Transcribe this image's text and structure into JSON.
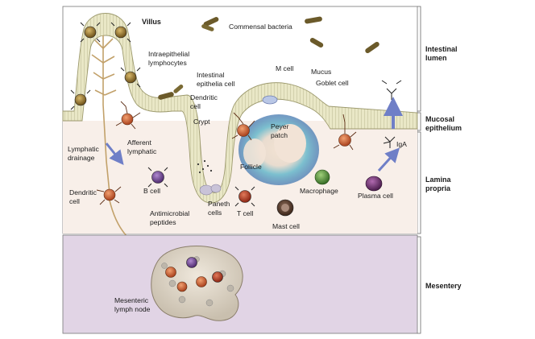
{
  "labels": {
    "villus": "Villus",
    "commensal_bacteria": "Commensal bacteria",
    "intraepithelial_1": "Intraepithelial",
    "intraepithelial_2": "lymphocytes",
    "m_cell": "M cell",
    "mucus": "Mucus",
    "intestinal_epi_1": "Intestinal",
    "intestinal_epi_2": "epithelia cell",
    "goblet_cell": "Goblet cell",
    "dendritic_top_1": "Dendritic",
    "dendritic_top_2": "cell",
    "crypt": "Crypt",
    "peyer_1": "Peyer",
    "peyer_2": "patch",
    "follicle": "Follicle",
    "lymphatic_drainage_1": "Lymphatic",
    "lymphatic_drainage_2": "drainage",
    "afferent_1": "Afferent",
    "afferent_2": "lymphatic",
    "dendritic_left_1": "Dendritic",
    "dendritic_left_2": "cell",
    "b_cell": "B cell",
    "paneth_1": "Paneth",
    "paneth_2": "cells",
    "antimicrobial_1": "Antimicrobial",
    "antimicrobial_2": "peptides",
    "t_cell": "T cell",
    "macrophage": "Macrophage",
    "plasma_cell": "Plasma cell",
    "iga": "IgA",
    "mast_cell": "Mast cell",
    "mesenteric_1": "Mesenteric",
    "mesenteric_2": "lymph node"
  },
  "regions": {
    "intestinal_lumen_1": "Intestinal",
    "intestinal_lumen_2": "lumen",
    "mucosal_epithelium_1": "Mucosal",
    "mucosal_epithelium_2": "epithelium",
    "lamina_propria_1": "Lamina",
    "lamina_propria_2": "propria",
    "mesentery": "Mesentery"
  },
  "colors": {
    "epithelium": "#e8e6c4",
    "epithelium_stroke": "#9d9a6e",
    "lamina": "#f8eee8",
    "mesentery": "#e0d3e4",
    "dendritic": "#c95a2c",
    "b_cell": "#6b3f8c",
    "t_cell": "#b23a26",
    "macrophage": "#4e8a3a",
    "plasma_cell": "#6d2f6f",
    "mast_cell": "#5b3b2c",
    "iel": "#8a6d2a",
    "bacteria": "#6b5a2a",
    "peyer_outer": "#6fb3c8",
    "peyer_inner": "#f3e3d6",
    "arrow": "#6f7fc7",
    "lymph_node": "#d8cfc3"
  }
}
